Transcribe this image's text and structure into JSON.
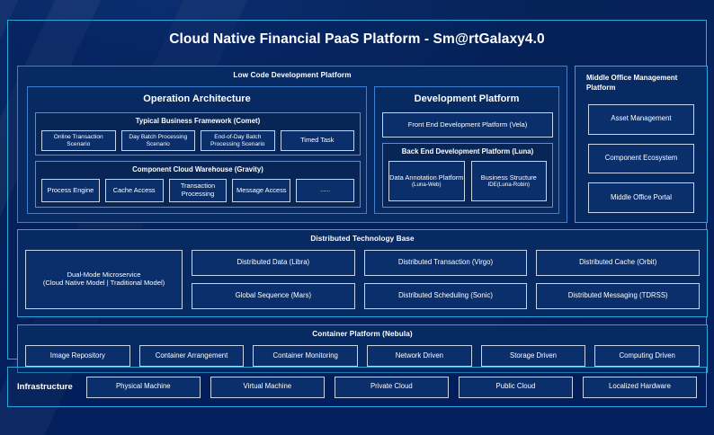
{
  "title": "Cloud Native Financial PaaS Platform - Sm@rtGalaxy4.0",
  "colors": {
    "accent_cyan": "#29a8e0",
    "panel_bg": "#082a63",
    "page_bg": "#04205c",
    "box_border": "#c9d4e8",
    "section_border": "#3f7fd0"
  },
  "low_code": {
    "title": "Low Code Development Platform",
    "operation_architecture": {
      "heading": "Operation Architecture",
      "typical_business_framework": {
        "title": "Typical Business Framework (Comet)",
        "items": [
          "Online Transaction Scenario",
          "Day Batch Processing Scenario",
          "End-of-Day Batch Processing Scenario",
          "Timed Task"
        ]
      },
      "component_cloud_warehouse": {
        "title": "Component Cloud Warehouse (Gravity)",
        "items": [
          "Process Engine",
          "Cache Access",
          "Transaction Processing",
          "Message Access",
          "......"
        ]
      }
    },
    "development_platform": {
      "heading": "Development Platform",
      "front_end": "Front End Development Platform (Vela)",
      "back_end": {
        "title": "Back End Development Platform (Luna)",
        "items": [
          {
            "main": "Data Annotation Platform",
            "sub": "(Luna-Web)"
          },
          {
            "main": "Business Structure",
            "sub": "IDE(Luna-Robin)"
          }
        ]
      }
    }
  },
  "middle_office": {
    "title": "Middle Office Management Platform",
    "items": [
      "Asset Management",
      "Component Ecosystem",
      "Middle Office Portal"
    ]
  },
  "distributed_technology_base": {
    "title": "Distributed Technology Base",
    "featured": {
      "line1": "Dual-Mode Microservice",
      "line2": "(Cloud Native Model | Traditional Model)"
    },
    "columns": [
      [
        "Distributed Data (Libra)",
        "Global Sequence (Mars)"
      ],
      [
        "Distributed Transaction (Virgo)",
        "Distributed Scheduling (Sonic)"
      ],
      [
        "Distributed Cache (Orbit)",
        "Distributed Messaging (TDRSS)"
      ]
    ]
  },
  "container_platform": {
    "title": "Container Platform (Nebula)",
    "items": [
      "Image Repository",
      "Container Arrangement",
      "Container Monitoring",
      "Network Driven",
      "Storage Driven",
      "Computing Driven"
    ]
  },
  "infrastructure": {
    "label": "Infrastructure",
    "items": [
      "Physical Machine",
      "Virtual Machine",
      "Private Cloud",
      "Public Cloud",
      "Localized Hardware"
    ]
  }
}
